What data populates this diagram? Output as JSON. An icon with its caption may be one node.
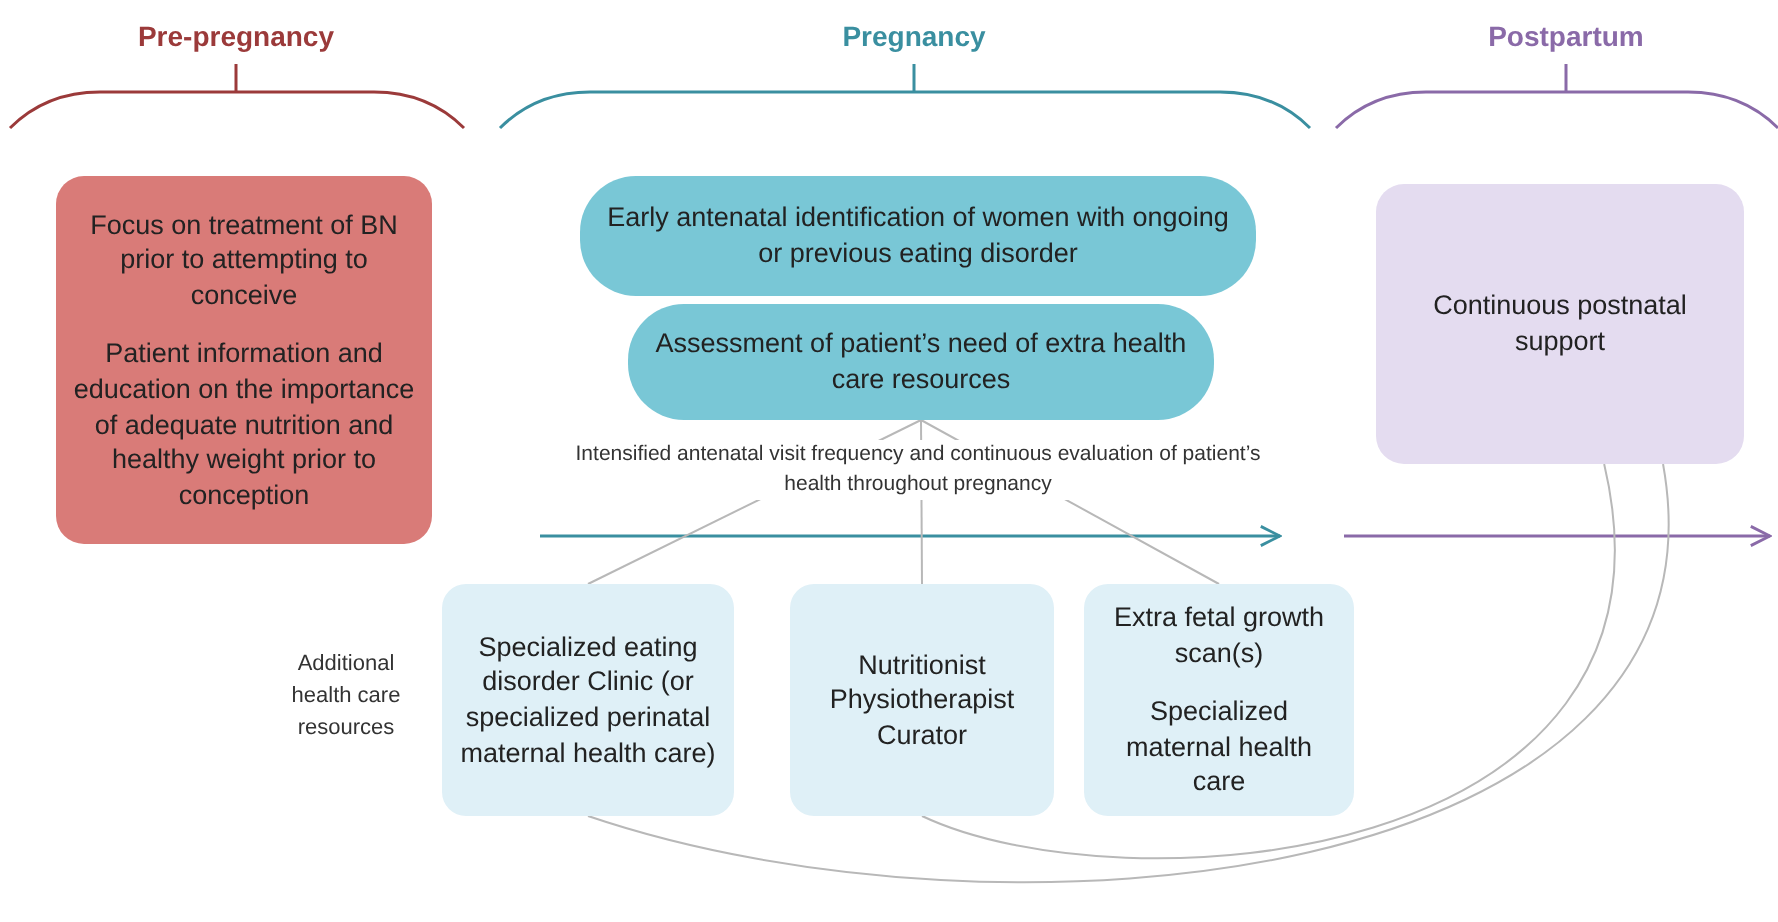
{
  "diagram": {
    "nodes": [
      {
        "text": [
          "Focus on treatment of BN prior to attempting to conceive",
          "Patient information and education on the importance of adequate nutrition and healthy weight prior to conception"
        ]
      },
      {
        "text": [
          "Early antenatal identification of women with ongoing or previous eating disorder"
        ]
      },
      {
        "text": [
          "Assessment of patient’s need of extra health care resources"
        ]
      },
      {
        "text": [
          "Continuous postnatal support"
        ]
      },
      {
        "text": [
          "Specialized eating disorder Clinic (or specialized perinatal maternal health care)"
        ]
      },
      {
        "text": [
          "Nutritionist Physiotherapist Curator"
        ]
      },
      {
        "text": [
          "Extra fetal growth scan(s)",
          "Specialized maternal health care"
        ]
      }
    ],
    "edges": [
      {
        "from": 4,
        "to": 2,
        "arrow": "none"
      },
      {
        "from": 5,
        "to": 2,
        "arrow": "none"
      },
      {
        "from": 6,
        "to": 2,
        "arrow": "none"
      },
      {
        "from": 4,
        "to": 3,
        "arrow": "none"
      },
      {
        "from": 5,
        "to": 3,
        "arrow": "none"
      }
    ],
    "labels": [
      "Pre-pregnancy",
      "Pregnancy",
      "Postpartum",
      "Intensified antenatal visit frequency and continuous evaluation of patient’s health throughout pregnancy",
      "Additional health care resources"
    ]
  }
}
